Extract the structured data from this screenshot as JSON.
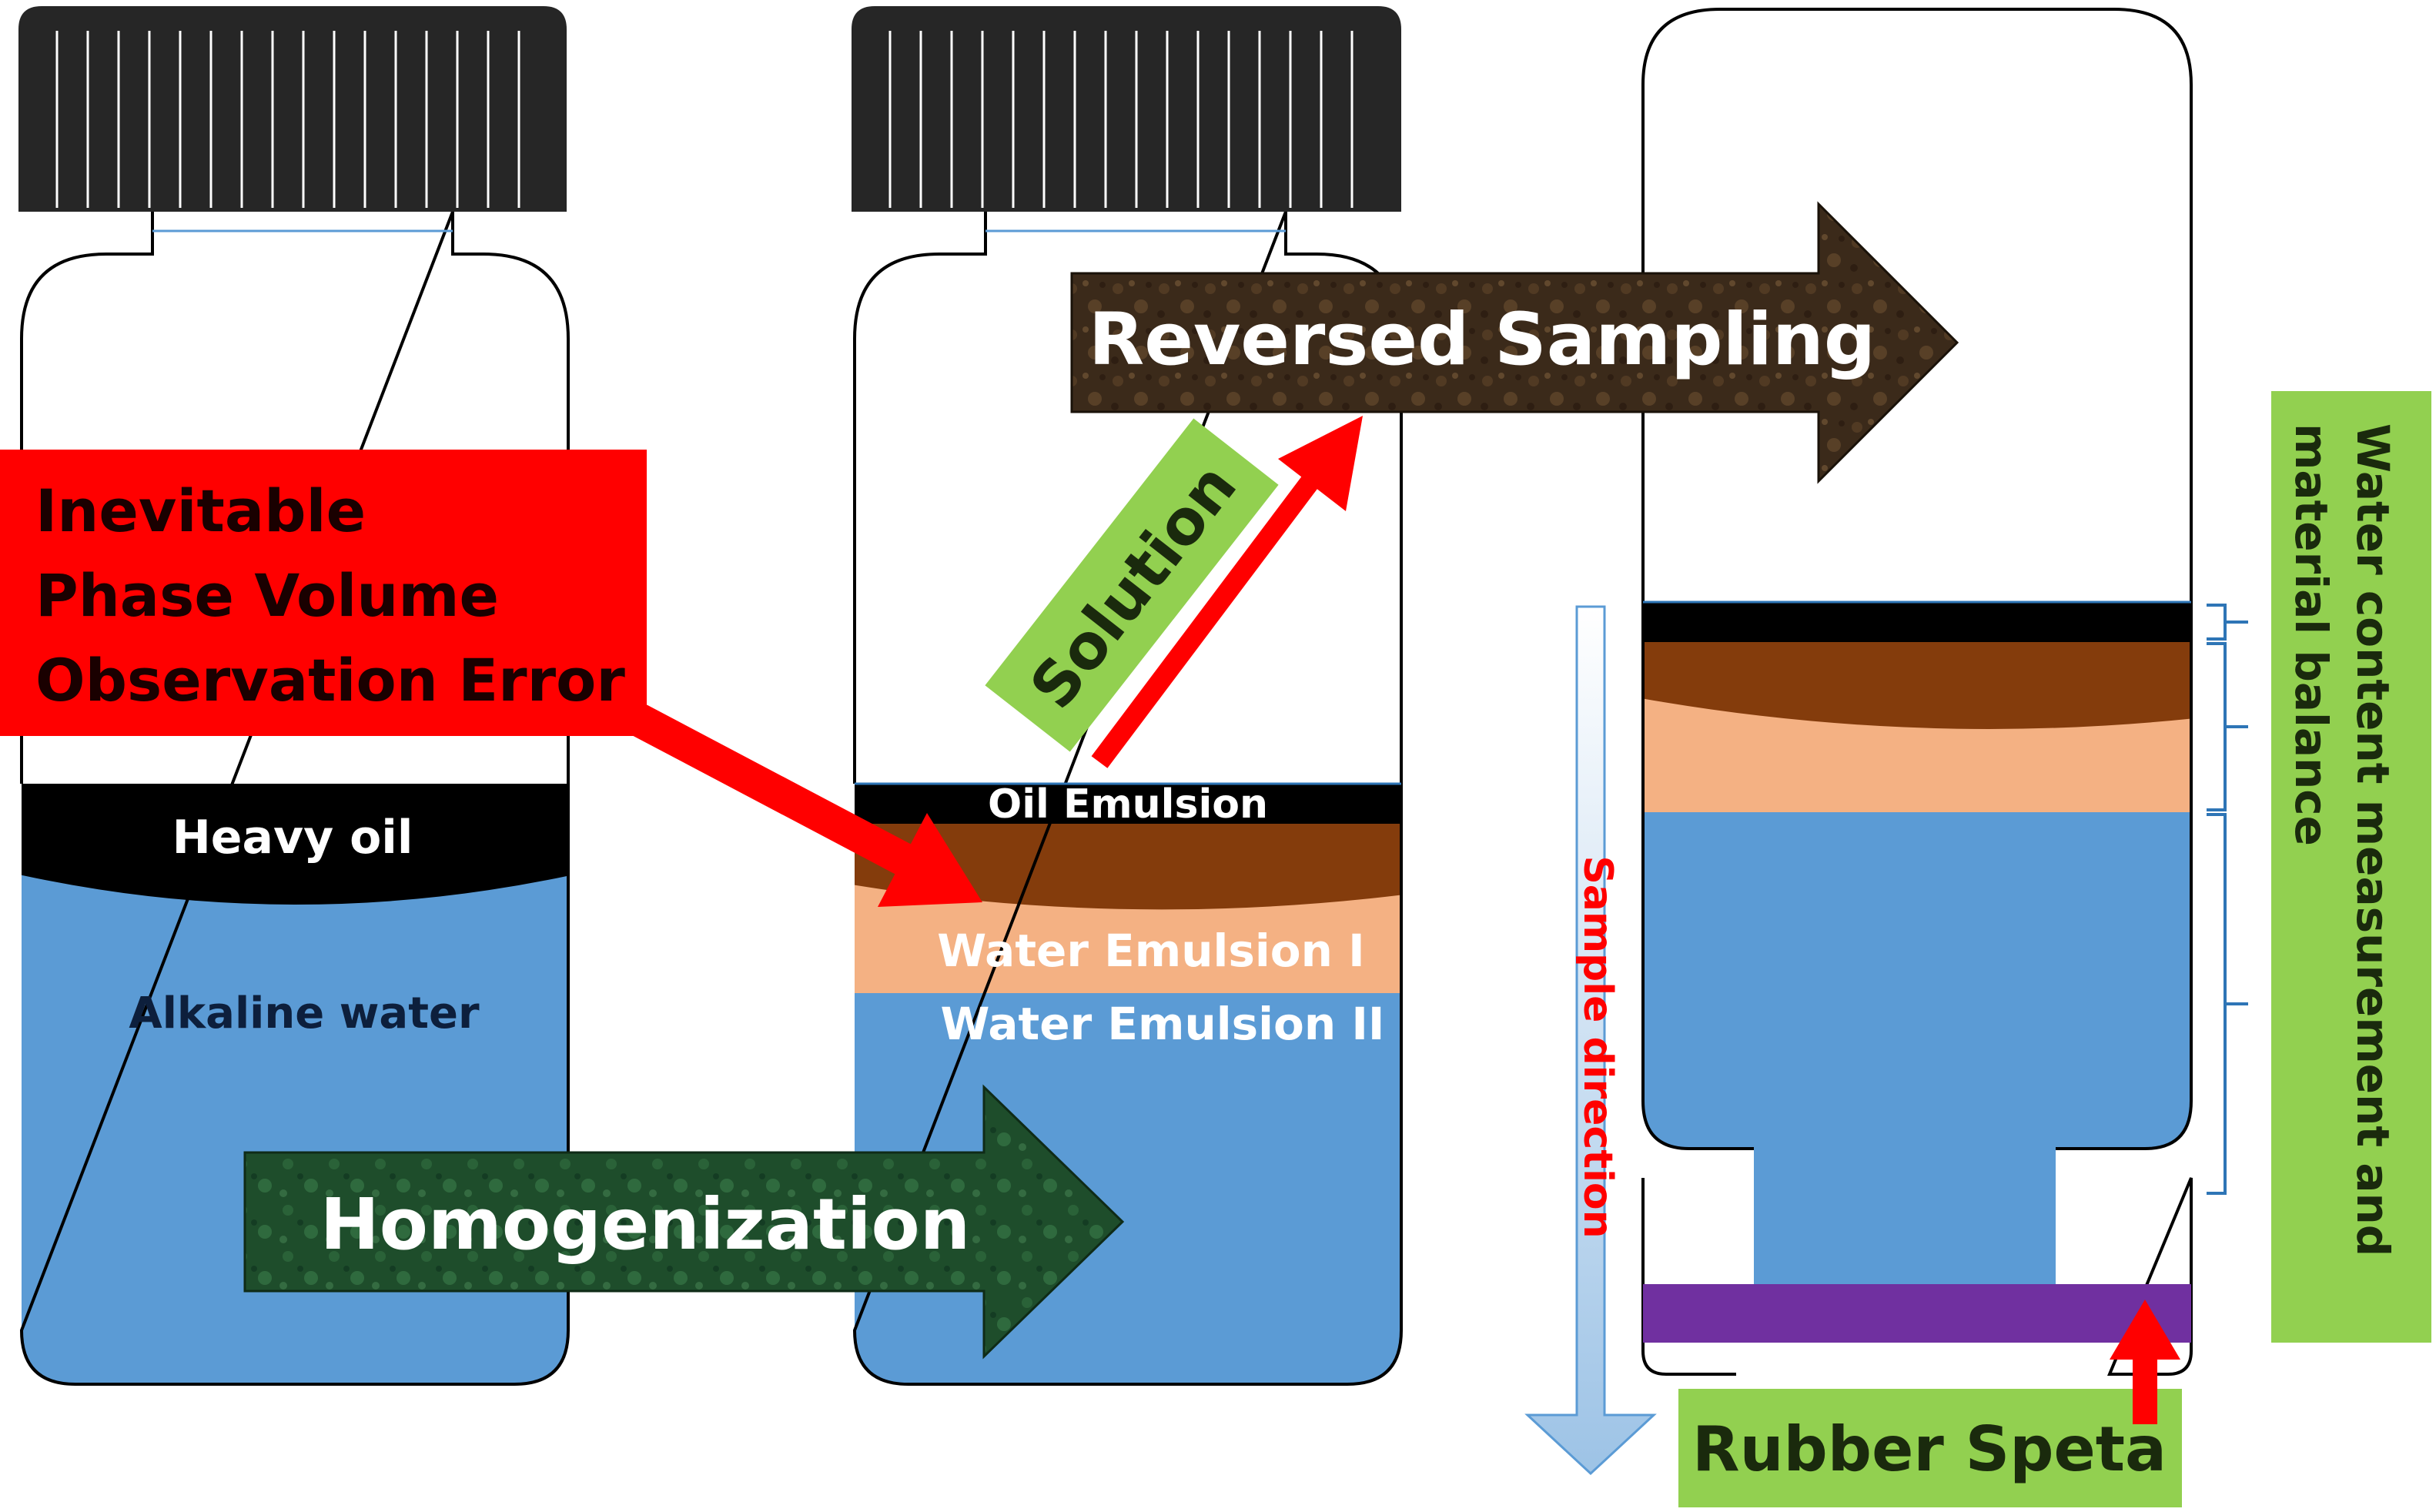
{
  "labels": {
    "heavy_oil": "Heavy oil",
    "alkaline_water": "Alkaline water",
    "oil_emulsion": "Oil Emulsion",
    "water_emulsion_1": "Water Emulsion I",
    "water_emulsion_2": "Water Emulsion II",
    "error_line1": "Inevitable",
    "error_line2": "Phase Volume",
    "error_line3": "Observation Error",
    "solution": "Solution",
    "reversed_sampling": "Reversed Sampling",
    "homogenization": "Homogenization",
    "sample_direction": "Sample direction",
    "measurement_line1": "Water content measurement and",
    "measurement_line2": "material balance",
    "rubber_septa": "Rubber Speta"
  },
  "colors": {
    "cap": "#262626",
    "oil": "#000000",
    "water": "#5b9bd5",
    "emulsion_brown": "#843c0c",
    "emulsion_peach": "#f4b183",
    "error_red": "#ff0000",
    "solution_green": "#92d050",
    "septa_purple": "#7030a0",
    "bracket_blue": "#2e75b6",
    "arrow_dark_brown": "#3b2a1a",
    "arrow_dark_green": "#1e4d2b"
  }
}
